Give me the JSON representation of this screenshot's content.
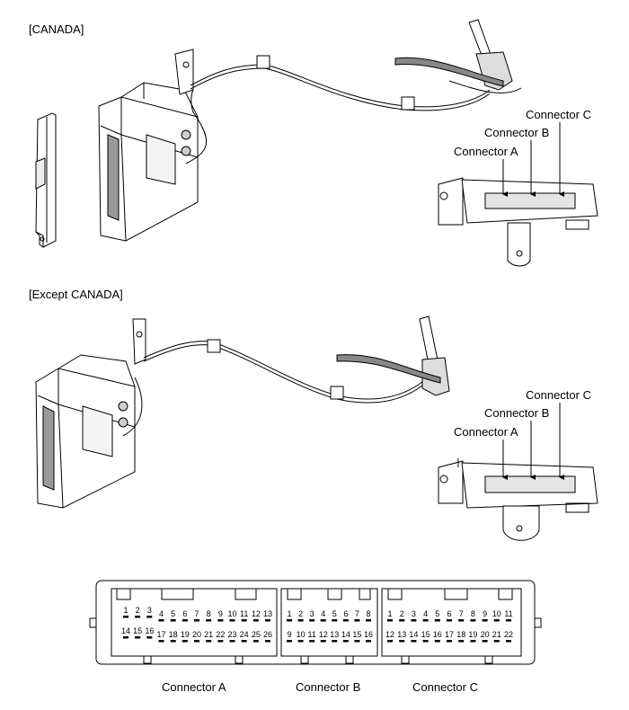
{
  "sections": [
    {
      "label": "[CANADA]"
    },
    {
      "label": "[Except CANADA]"
    }
  ],
  "callouts": {
    "connector_a": "Connector A",
    "connector_b": "Connector B",
    "connector_c": "Connector C"
  },
  "pinout": {
    "connectors": [
      {
        "name": "Connector A",
        "top_pins": [
          "1",
          "2",
          "3",
          "4",
          "5",
          "6",
          "7",
          "8",
          "9",
          "10",
          "11",
          "12",
          "13"
        ],
        "bottom_pins": [
          "14",
          "15",
          "16",
          "17",
          "18",
          "19",
          "20",
          "21",
          "22",
          "23",
          "24",
          "25",
          "26"
        ]
      },
      {
        "name": "Connector B",
        "top_pins": [
          "1",
          "2",
          "3",
          "4",
          "5",
          "6",
          "7",
          "8"
        ],
        "bottom_pins": [
          "9",
          "10",
          "11",
          "12",
          "13",
          "14",
          "15",
          "16"
        ]
      },
      {
        "name": "Connector C",
        "top_pins": [
          "1",
          "2",
          "3",
          "4",
          "5",
          "6",
          "7",
          "8",
          "9",
          "10",
          "11"
        ],
        "bottom_pins": [
          "12",
          "13",
          "14",
          "15",
          "16",
          "17",
          "18",
          "19",
          "20",
          "21",
          "22"
        ]
      }
    ]
  }
}
